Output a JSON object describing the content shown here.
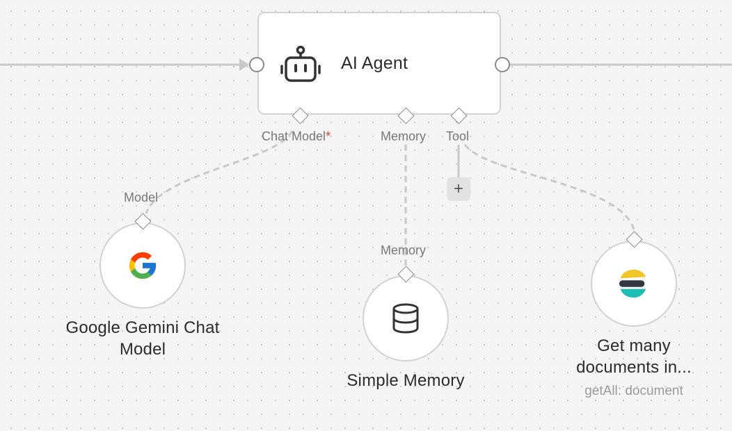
{
  "agent": {
    "title": "AI Agent",
    "icon": "robot-icon",
    "connectors": {
      "chat_model": "Chat Model",
      "chat_model_required_mark": "*",
      "memory": "Memory",
      "tool": "Tool"
    },
    "add_tool_label": "+"
  },
  "nodes": {
    "gemini": {
      "title_line1": "Google Gemini Chat",
      "title_line2": "Model",
      "input_label": "Model",
      "icon": "google-g-icon"
    },
    "memory": {
      "title": "Simple Memory",
      "input_label": "Memory",
      "icon": "database-icon"
    },
    "elastic": {
      "title_line1": "Get many",
      "title_line2": "documents in...",
      "subtitle": "getAll: document",
      "icon": "elasticsearch-icon"
    }
  },
  "colors": {
    "canvas_bg": "#f5f5f5",
    "node_border": "#d2d2d2",
    "edge": "#c8c8c8",
    "required": "#e03b3b",
    "google_blue": "#4285f4",
    "google_red": "#ea4335",
    "google_yellow": "#fbbc05",
    "google_green": "#34a853",
    "elastic_yellow": "#f3c627",
    "elastic_dark": "#343741",
    "elastic_teal": "#1ebeb4"
  }
}
